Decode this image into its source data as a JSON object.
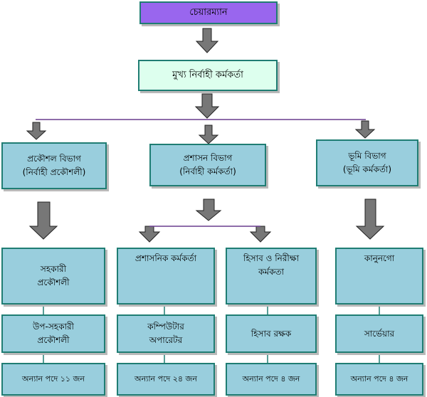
{
  "colors": {
    "chairman_fill": "#9966ee",
    "ceo_fill": "#ddffee",
    "box_fill": "#99cedd",
    "border": "#1f7d73",
    "connector": "#6a3d8e",
    "arrow_fill": "#777777"
  },
  "chairman": {
    "label": "চেয়ারম্যান"
  },
  "ceo": {
    "label": "মুখ্য নির্বাহী কর্মকর্তা"
  },
  "divisions": [
    {
      "line1": "প্রকৌশল বিভাগ",
      "line2": "(নির্বাহী প্রকৌশলী)",
      "col": {
        "role": "সহকারী প্রকৌশলী",
        "sub": "উপ-সহকারী প্রকৌশলী",
        "count": "অন্যান পদে ১১ জন"
      }
    },
    {
      "line1": "প্রশাসন বিভাগ",
      "line2": "(নির্বাহী কর্মকর্তা)",
      "cols": [
        {
          "role": "প্রশাসনিক কর্মকর্তা",
          "sub": "কম্পিউটার অপারেটর",
          "count": "অন্যান পদে ২৪ জন"
        },
        {
          "role": "হিসাব ও নিরীক্ষা কর্মকতা",
          "sub": "হিসাব রক্ষক",
          "count": "অন্যান পদে ৪ জন"
        }
      ]
    },
    {
      "line1": "ভূমি বিভাগ",
      "line2": "(ভূমি কর্মকর্তা)",
      "col": {
        "role": "কানুনগো",
        "sub": "সার্ভেয়ার",
        "count": "অন্যান পদে ৪ জন"
      }
    }
  ]
}
